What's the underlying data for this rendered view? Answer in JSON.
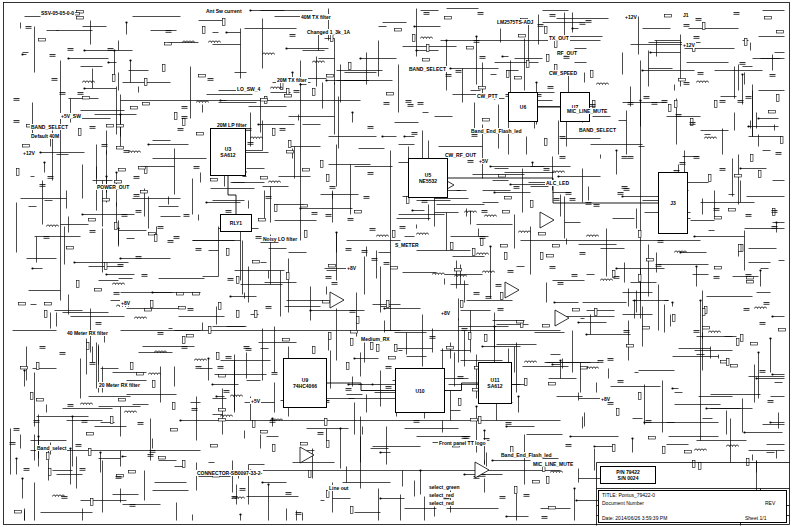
{
  "diagram": {
    "nodes": [
      {
        "text": [
          "TITLE: Pontus_79422-0",
          "Document Number",
          "REV",
          "Date: 2014/06/26 3:59:39 PM",
          "Sheet 1/1"
        ]
      },
      {
        "text": [
          "P/N 79422",
          "S/N 0024"
        ]
      },
      {
        "text": [
          "U3",
          "SA612"
        ]
      },
      {
        "text": [
          "RLY1"
        ]
      },
      {
        "text": [
          "U5",
          "NE5532"
        ]
      },
      {
        "text": [
          "U9",
          "74HC4066"
        ]
      },
      {
        "text": [
          "U10"
        ]
      },
      {
        "text": [
          "U11",
          "SA612"
        ]
      },
      {
        "text": [
          "J3"
        ]
      },
      {
        "text": [
          "U7"
        ]
      },
      {
        "text": [
          "U6"
        ]
      }
    ],
    "edges": [
      {
        "from": 2,
        "to": 3,
        "arrow": "none"
      },
      {
        "from": 4,
        "to": 8,
        "arrow": "none"
      },
      {
        "from": 5,
        "to": 6,
        "arrow": "none"
      },
      {
        "from": 6,
        "to": 7,
        "arrow": "none"
      },
      {
        "from": 10,
        "to": 9,
        "arrow": "none"
      }
    ],
    "labels": [
      "SSV-05-05-0-0",
      "Ant Sw current",
      "40M TX filter",
      "Changed 1_3k_1A",
      "LM2575TS-ADJ",
      "TX_OUT",
      "+12V",
      "+12V",
      "20M TX filter",
      "20M LP filter",
      "CW_PTT",
      "CW_SPEED",
      "BAND_SELECT",
      "BAND_SELECT",
      "BAND_SELECT",
      "MIC_LINE_MUTE",
      "MIC_LINE_MUTE",
      "Band_End_Flash_led",
      "Band_End_Flash_led",
      "Default 40M",
      "POWER_OUT",
      "+5V_SW",
      "S_METER",
      "ALC_LED",
      "Noisy LO filter",
      "40 Meter RX filter",
      "20 Meter RX filter",
      "Medium_RX",
      "+8V",
      "+8V",
      "+8V",
      "Front panel TT logo",
      "CONNECTOR-SB0097-33-2-",
      "Line out",
      "select_green",
      "select_red",
      "select_red",
      "Band_select",
      "LO_SW_4",
      "RF_OUT",
      "J1",
      "+5V",
      "+5V",
      "+12V",
      "+8V",
      "CW_RF_OUT"
    ]
  }
}
